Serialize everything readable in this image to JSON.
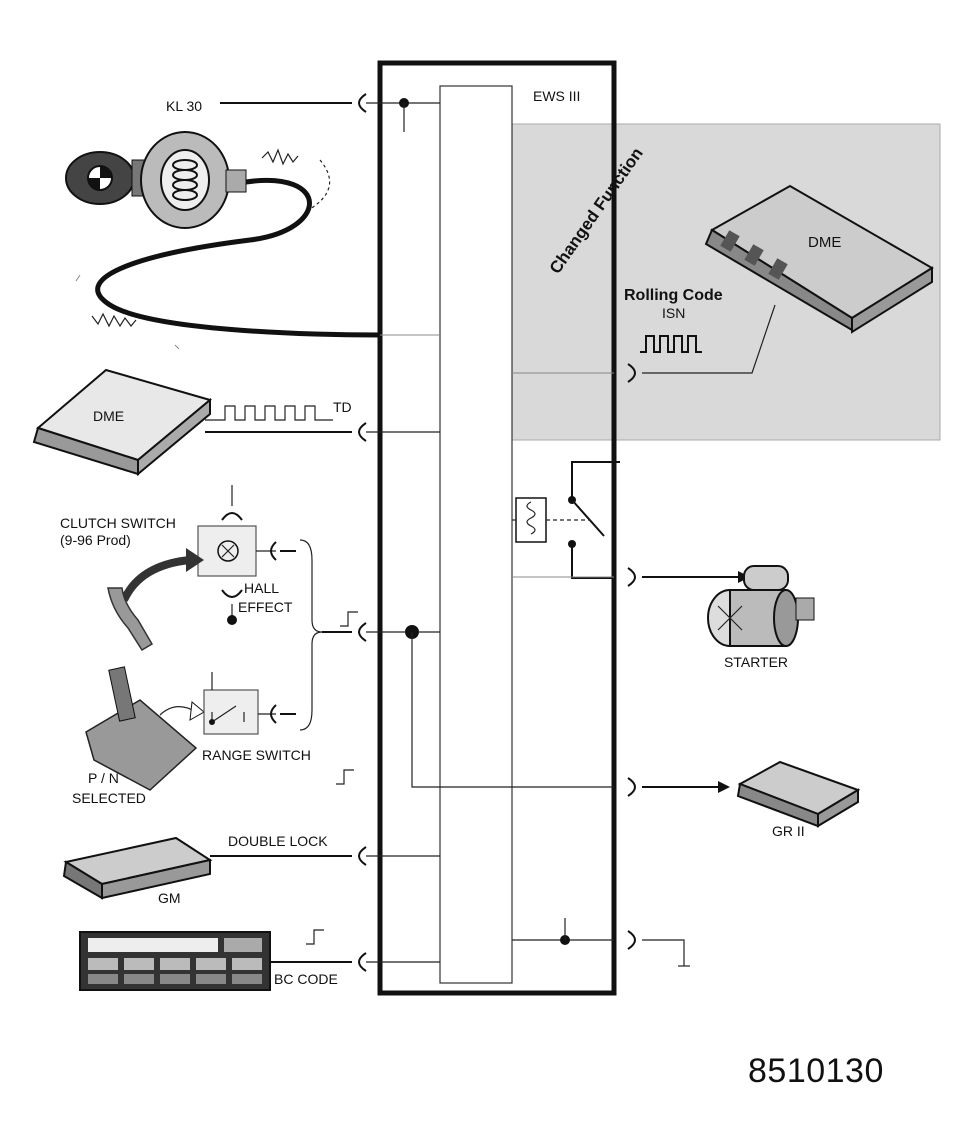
{
  "module_title": "EWS III",
  "changed_function": "Changed Function",
  "dme_right": "DME",
  "rolling_code": "Rolling Code",
  "isn": "ISN",
  "kl30": "KL 30",
  "dme_left": "DME",
  "td": "TD",
  "clutch_switch": "CLUTCH SWITCH",
  "clutch_prod": "(9-96 Prod)",
  "hall": "HALL",
  "effect": "EFFECT",
  "range_switch": "RANGE SWITCH",
  "pn": "P / N",
  "selected": "SELECTED",
  "starter": "STARTER",
  "gr": "GR II",
  "double_lock": "DOUBLE LOCK",
  "gm": "GM",
  "bc_code": "BC CODE",
  "doc_number": "8510130",
  "colors": {
    "line": "#111111",
    "shade": "#d9d9d9",
    "background": "#ffffff"
  }
}
